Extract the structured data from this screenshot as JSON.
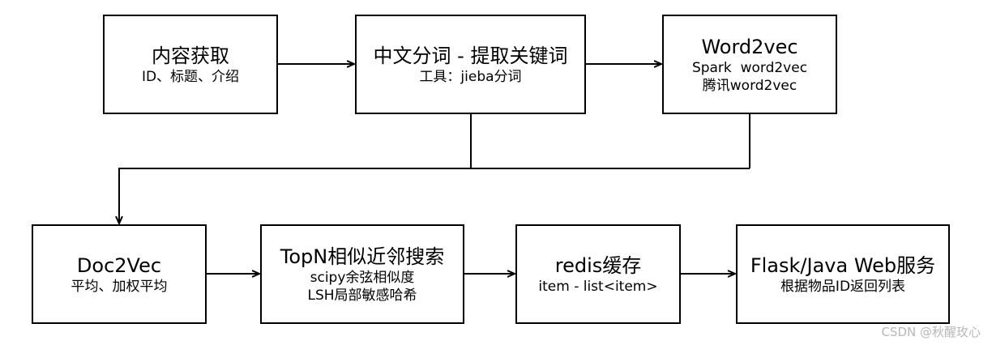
{
  "nodes": {
    "content": {
      "title": "内容获取",
      "lines": [
        "ID、标题、介绍"
      ]
    },
    "segment": {
      "title": "中文分词 - 提取关键词",
      "lines": [
        "工具：jieba分词"
      ]
    },
    "word2vec": {
      "title": "Word2vec",
      "lines": [
        "Spark  word2vec",
        "腾讯word2vec"
      ]
    },
    "doc2vec": {
      "title": "Doc2Vec",
      "lines": [
        "平均、加权平均"
      ]
    },
    "topn": {
      "title": "TopN相似近邻搜索",
      "lines": [
        "scipy余弦相似度",
        "LSH局部敏感哈希"
      ]
    },
    "redis": {
      "title": "redis缓存",
      "lines": [
        "item - list<item>"
      ]
    },
    "flask": {
      "title": "Flask/Java Web服务",
      "lines": [
        "根据物品ID返回列表"
      ]
    }
  },
  "watermark": "CSDN @秋醒玫心"
}
